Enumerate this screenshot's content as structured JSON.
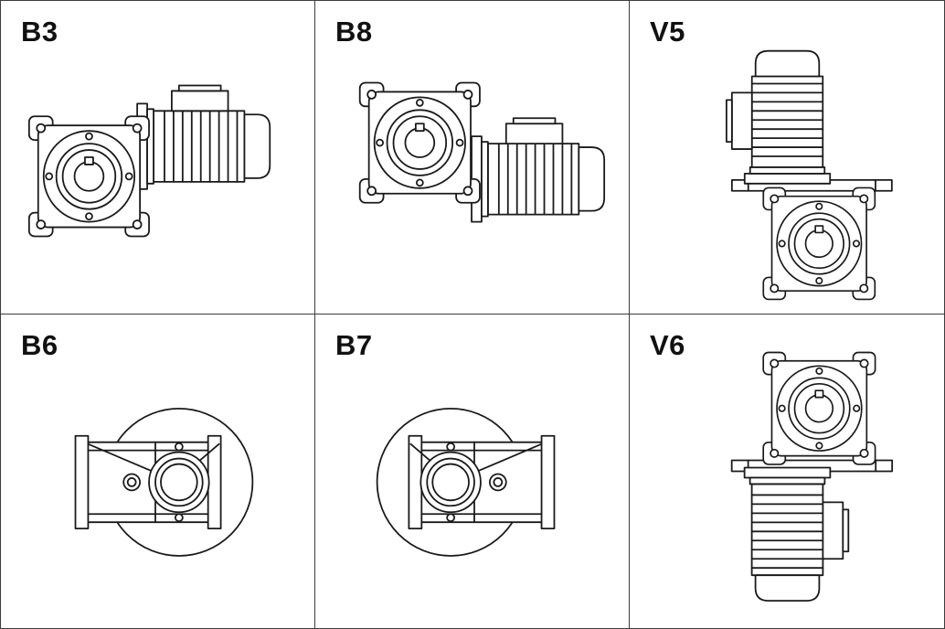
{
  "page": {
    "background_color": "#ffffff",
    "line_color": "#1a1a1a",
    "grid_line_color": "#3c3c3c"
  },
  "cells": [
    {
      "label": "B3"
    },
    {
      "label": "B8"
    },
    {
      "label": "V5"
    },
    {
      "label": "B6"
    },
    {
      "label": "B7"
    },
    {
      "label": "V6"
    }
  ]
}
